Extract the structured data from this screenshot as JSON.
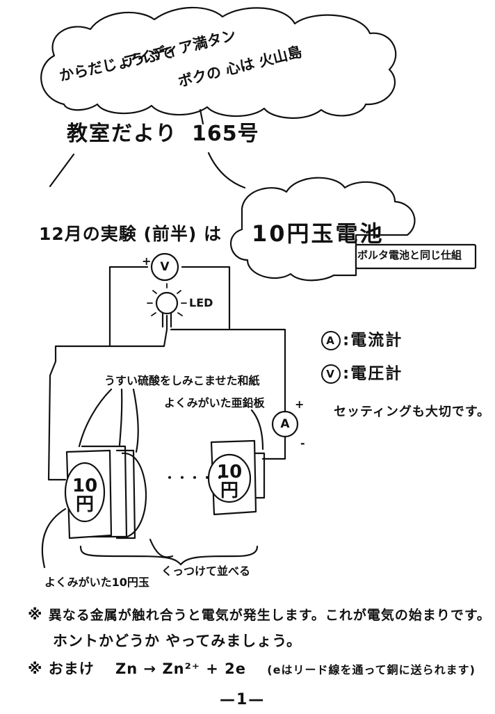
{
  "cloud_phrases": [
    "からだじょうぶで",
    "アイディア満タン",
    "ボクの 心は 火山島"
  ],
  "newsletter": {
    "title": "教室だより",
    "issue": "165号"
  },
  "experiment": {
    "heading": "12月の実験 (前半) は",
    "topic": "10円玉電池",
    "subtitle": "ボルタ電池と同じ仕組"
  },
  "diagram": {
    "voltmeter_symbol": "V",
    "ammeter_symbol": "A",
    "led_label": "LED",
    "plus_sign": "+",
    "minus_sign": "-",
    "paper_label": "うすい硫酸をしみこませた和紙",
    "zinc_label": "よくみがいた亜鉛板",
    "coin_label": "10円",
    "dots": "・・・・・",
    "line_up_label": "くっつけて並べる",
    "coin_caption": "よくみがいた10円玉"
  },
  "legend": [
    {
      "symbol": "A",
      "text": ":電流計"
    },
    {
      "symbol": "V",
      "text": ":電圧計"
    }
  ],
  "setting_note": "セッティングも大切です。",
  "notes": {
    "mark": "※",
    "line1": "異なる金属が触れ合うと電気が発生します。これが電気の始まりです。",
    "line2": "ホントかどうか やってみましょう。",
    "bonus_label": "おまけ",
    "equation": "Zn → Zn²⁺ + 2e",
    "equation_note": "(eはリード線を通って銅に送られます)"
  },
  "page_number": "—1—",
  "colors": {
    "ink": "#111111",
    "paper": "#ffffff"
  }
}
